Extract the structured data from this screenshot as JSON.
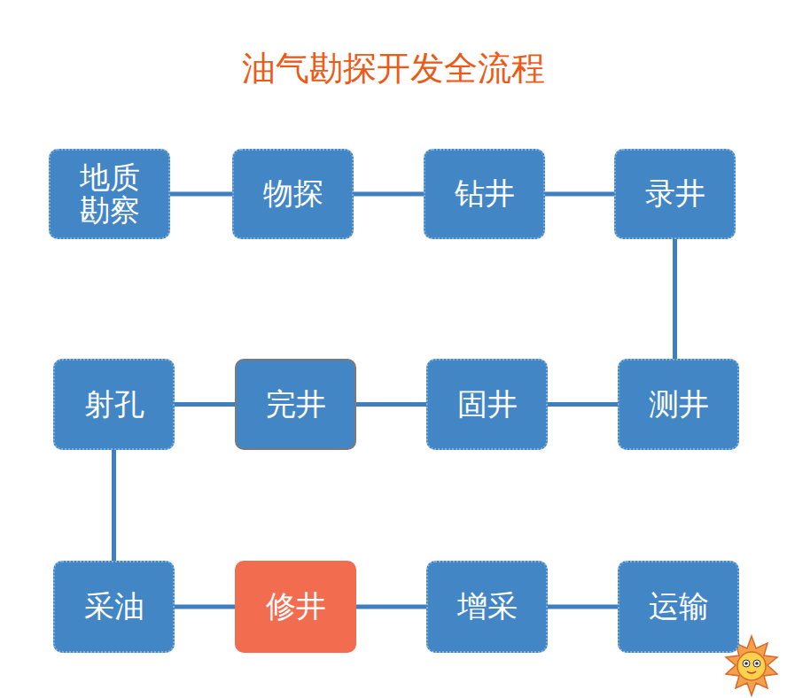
{
  "diagram": {
    "title": "油气勘探开发全流程",
    "nodes": [
      {
        "text": [
          "地质勘察"
        ]
      },
      {
        "text": [
          "物探"
        ]
      },
      {
        "text": [
          "钻井"
        ]
      },
      {
        "text": [
          "录井"
        ]
      },
      {
        "text": [
          "测井"
        ]
      },
      {
        "text": [
          "固井"
        ]
      },
      {
        "text": [
          "完井"
        ]
      },
      {
        "text": [
          "射孔"
        ]
      },
      {
        "text": [
          "采油"
        ]
      },
      {
        "text": [
          "修井"
        ]
      },
      {
        "text": [
          "增采"
        ]
      },
      {
        "text": [
          "运输"
        ]
      }
    ],
    "edges": [
      {
        "from": 0,
        "to": 1,
        "arrow": "none"
      },
      {
        "from": 1,
        "to": 2,
        "arrow": "none"
      },
      {
        "from": 2,
        "to": 3,
        "arrow": "none"
      },
      {
        "from": 3,
        "to": 4,
        "arrow": "none"
      },
      {
        "from": 4,
        "to": 5,
        "arrow": "none"
      },
      {
        "from": 5,
        "to": 6,
        "arrow": "none"
      },
      {
        "from": 6,
        "to": 7,
        "arrow": "none"
      },
      {
        "from": 7,
        "to": 8,
        "arrow": "none"
      },
      {
        "from": 8,
        "to": 9,
        "arrow": "none"
      },
      {
        "from": 9,
        "to": 10,
        "arrow": "none"
      },
      {
        "from": 10,
        "to": 11,
        "arrow": "none"
      }
    ]
  }
}
